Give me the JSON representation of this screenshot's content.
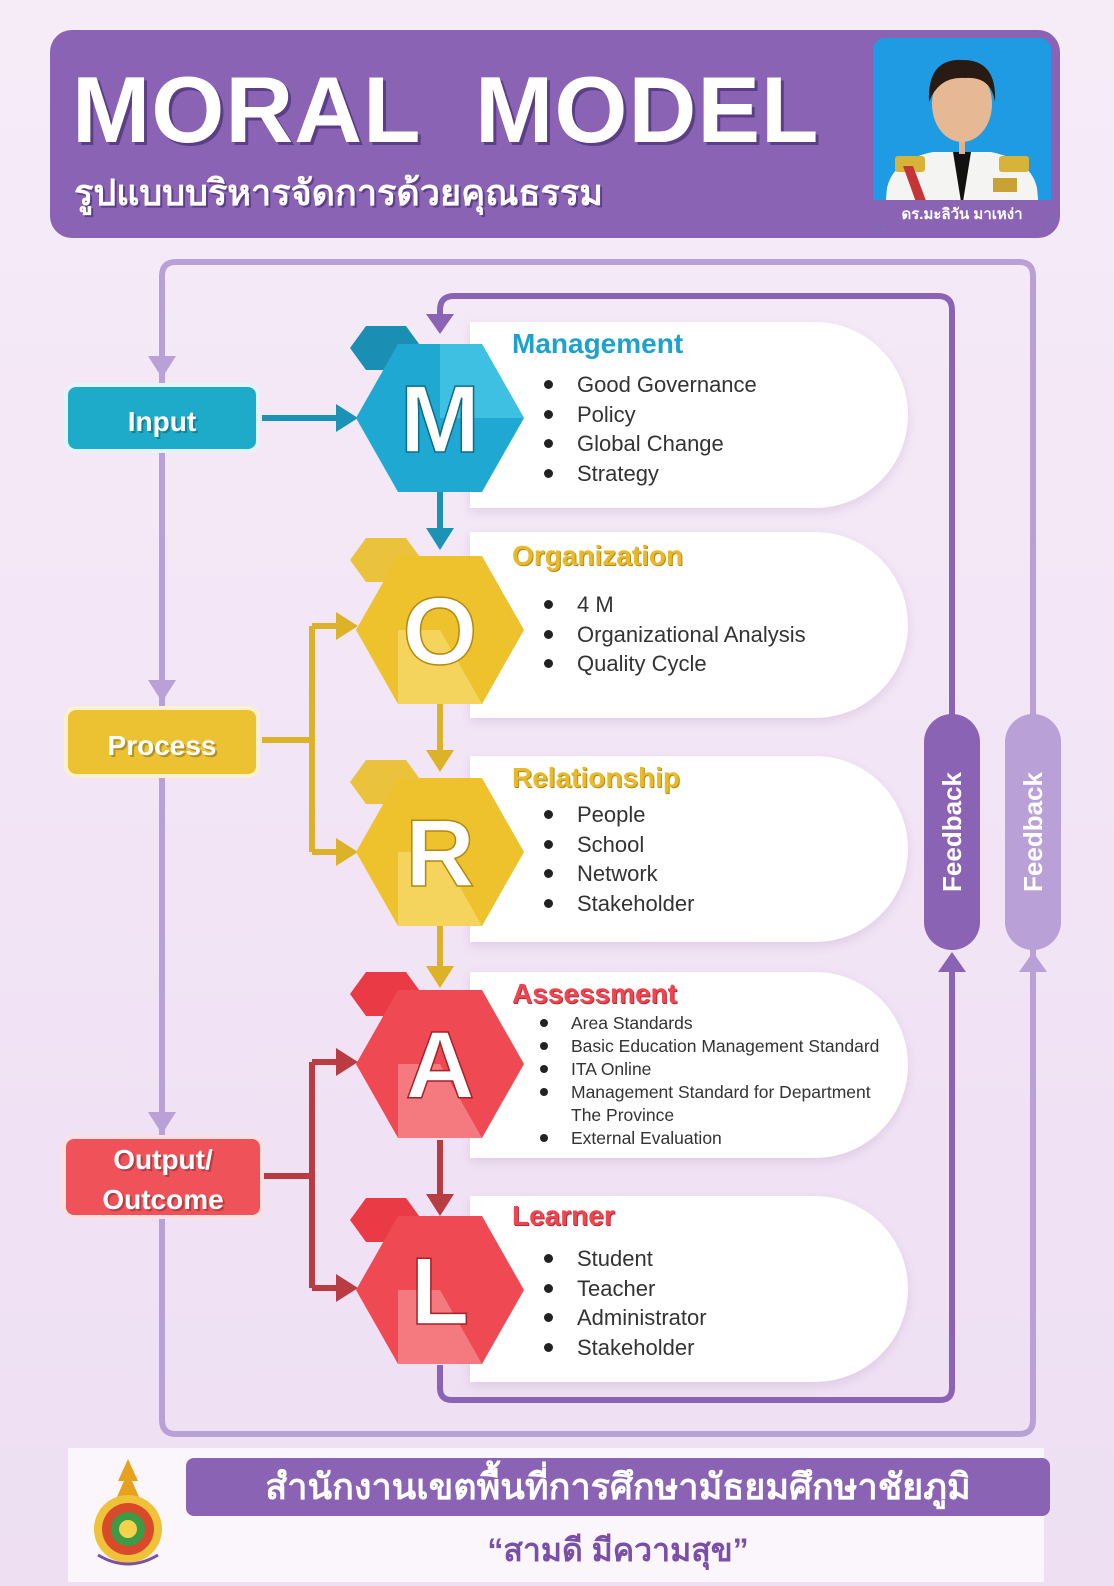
{
  "header": {
    "title": "MORAL MODEL",
    "subtitle": "รูปแบบบริหารจัดการด้วยคุณธรรม",
    "portrait_caption": "ดร.มะลิวัน มาเหง่า"
  },
  "flow": {
    "input": "Input",
    "process": "Process",
    "output_line1": "Output/",
    "output_line2": "Outcome",
    "feedback_inner": "Feedback",
    "feedback_outer": "Feedback"
  },
  "steps": [
    {
      "letter": "M",
      "title": "Management",
      "color": "#1ea2cc",
      "items": [
        "Good Governance",
        "Policy",
        "Global Change",
        "Strategy"
      ]
    },
    {
      "letter": "O",
      "title": "Organization",
      "color": "#e8b92a",
      "items": [
        "4 M",
        "Organizational Analysis",
        "Quality Cycle"
      ]
    },
    {
      "letter": "R",
      "title": "Relationship",
      "color": "#e8b92a",
      "items": [
        "People",
        "School",
        "Network",
        "Stakeholder"
      ]
    },
    {
      "letter": "A",
      "title": "Assessment",
      "color": "#ee4650",
      "items": [
        "Area Standards",
        "Basic Education Management Standard",
        "ITA Online",
        "Management Standard for Department",
        "The Province",
        "External Evaluation"
      ]
    },
    {
      "letter": "L",
      "title": "Learner",
      "color": "#ee4650",
      "items": [
        "Student",
        "Teacher",
        "Administrator",
        "Stakeholder"
      ]
    }
  ],
  "colors": {
    "header_purple": "#8a63b5",
    "cyan": "#1eabc9",
    "yellow": "#ecc232",
    "red": "#f0525a",
    "outer_loop": "#b9a0d6",
    "inner_loop": "#8a63b5"
  },
  "footer": {
    "office_name": "สำนักงานเขตพื้นที่การศึกษามัธยมศึกษาชัยภูมิ",
    "slogan": "“สามดี มีความสุข”"
  }
}
